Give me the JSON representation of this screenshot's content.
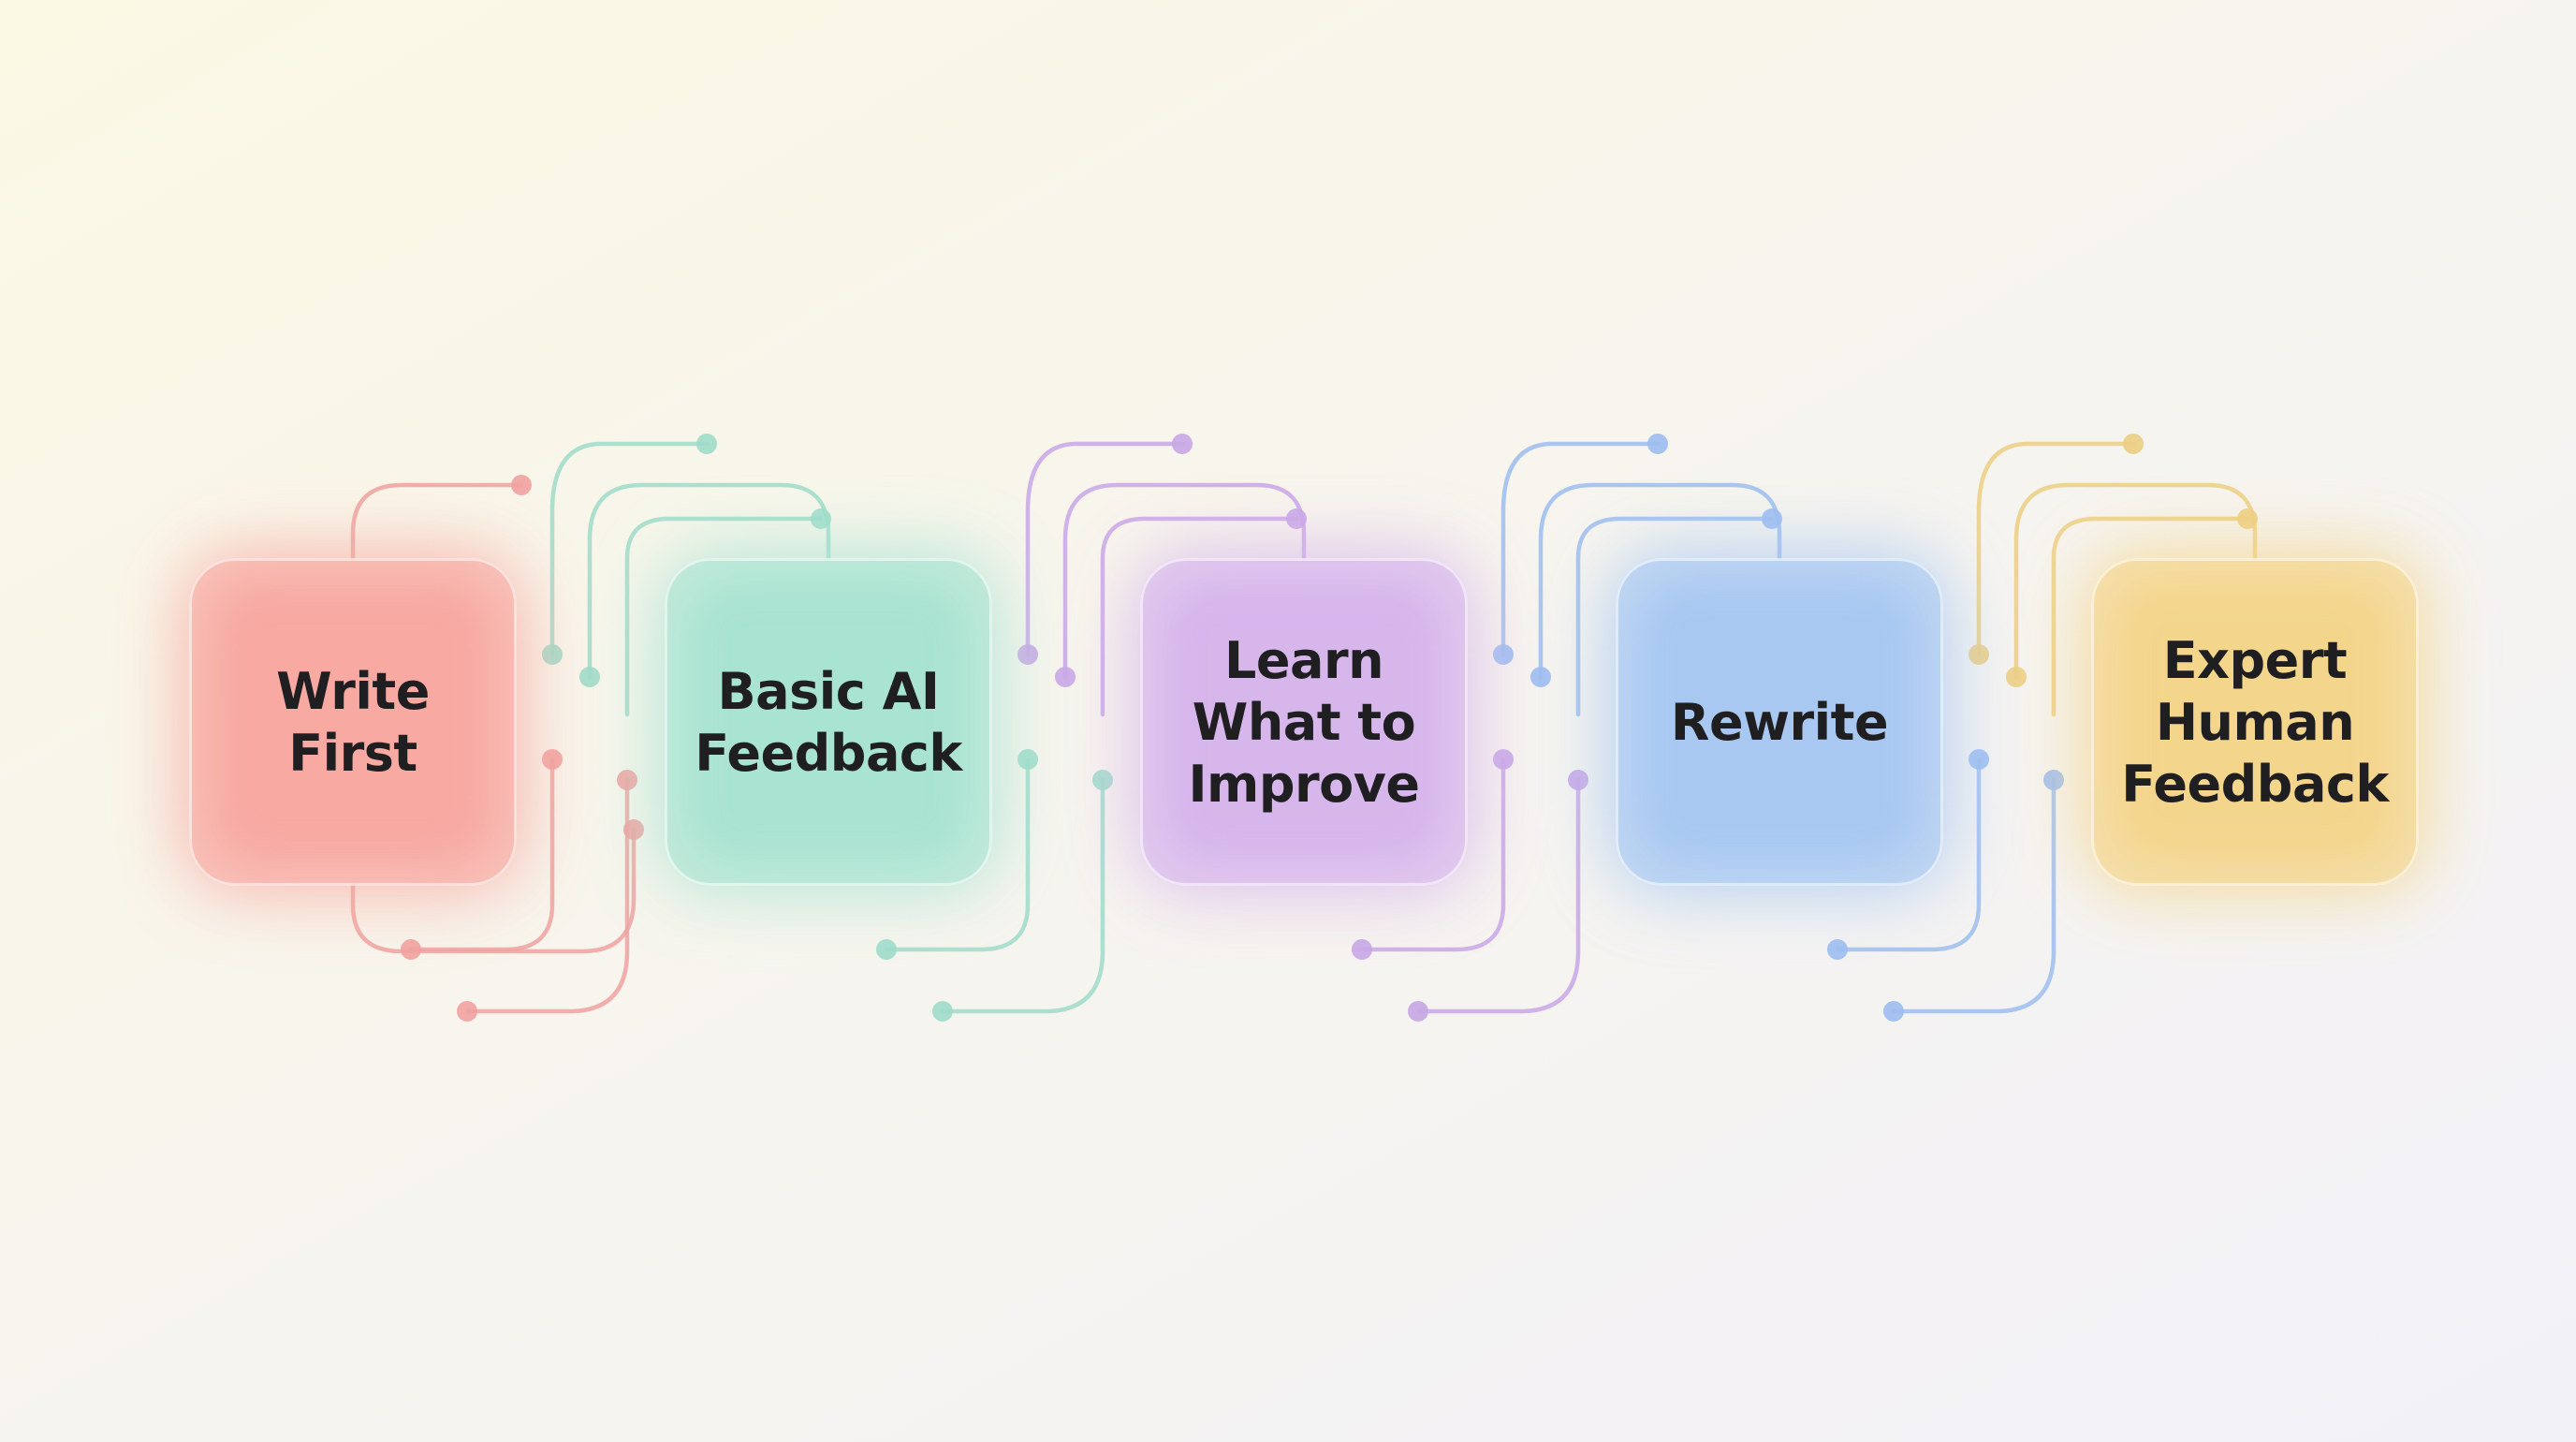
{
  "colors": {
    "background_top_left": "#fbf8e4",
    "background_bottom_right": "#f2f1f8"
  },
  "steps": [
    {
      "lines": [
        "Write",
        "First"
      ],
      "color": "#f7a9a2",
      "line_color": "#efa2a0",
      "icon": "none"
    },
    {
      "lines": [
        "Basic AI",
        "Feedback"
      ],
      "color": "#a9e3d2",
      "line_color": "#9fdbc9",
      "icon": "none"
    },
    {
      "lines": [
        "Learn",
        "What to",
        "Improve"
      ],
      "color": "#d7b6ec",
      "line_color": "#c8a6e6",
      "icon": "none"
    },
    {
      "lines": [
        "Rewrite"
      ],
      "color": "#a8c8f2",
      "line_color": "#9cbdef",
      "icon": "none"
    },
    {
      "lines": [
        "Expert",
        "Human",
        "Feedback"
      ],
      "color": "#f4d58c",
      "line_color": "#ecce82",
      "icon": "none"
    }
  ]
}
